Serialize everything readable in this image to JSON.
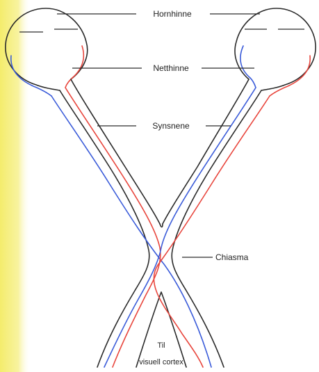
{
  "labels": {
    "cornea": "Hornhinne",
    "retina": "Netthinne",
    "optic_nerve": "Synsnene",
    "chiasm": "Chiasma",
    "to_cortex_line1": "Til",
    "to_cortex_line2": "visuell cortex"
  },
  "colors": {
    "left_band": "#f6f07a",
    "nasal_fiber": "#3a5bd9",
    "temporal_fiber": "#e8453c",
    "outline": "#2a2a2a"
  }
}
